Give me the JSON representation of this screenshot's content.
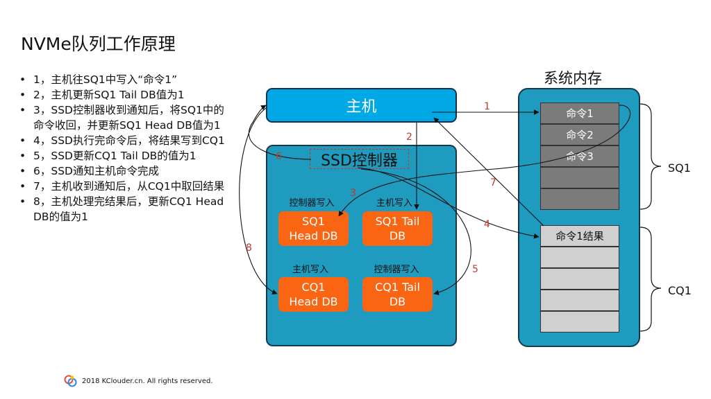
{
  "title": "NVMe队列工作原理",
  "steps": [
    "1，主机往SQ1中写入“命令1”",
    "2，主机更新SQ1 Tail DB值为1",
    "3，SSD控制器收到通知后，将SQ1中的命令收回，并更新SQ1 Head DB值为1",
    "4，SSD执行完命令后，将结果写到CQ1",
    "5，SSD更新CQ1 Tail DB的值为1",
    "6，SSD通知主机命令完成",
    "7，主机收到通知后，从CQ1中取回结果",
    "8，主机处理完结果后，更新CQ1 Head DB的值为1"
  ],
  "host": {
    "label": "主机"
  },
  "ssd": {
    "label": "SSD控制器"
  },
  "doorbells": {
    "sq1_head": {
      "writer": "控制器写入",
      "name_l1": "SQ1",
      "name_l2": "Head DB"
    },
    "sq1_tail": {
      "writer": "主机写入",
      "name_l1": "SQ1 Tail",
      "name_l2": "DB"
    },
    "cq1_head": {
      "writer": "主机写入",
      "name_l1": "CQ1",
      "name_l2": "Head DB"
    },
    "cq1_tail": {
      "writer": "控制器写入",
      "name_l1": "CQ1 Tail",
      "name_l2": "DB"
    }
  },
  "memory": {
    "title": "系统内存",
    "sq_label": "SQ1",
    "cq_label": "CQ1",
    "sq_slots": [
      "命令1",
      "命令2",
      "命令3",
      "",
      ""
    ],
    "cq_slots": [
      "命令1结果",
      "",
      "",
      "",
      "",
      ""
    ]
  },
  "arrow_labels": [
    "1",
    "2",
    "3",
    "4",
    "5",
    "6",
    "7",
    "8"
  ],
  "colors": {
    "host_blue": "#00a8e6",
    "panel_teal": "#1e9bbf",
    "doorbell_orange": "#f96512",
    "arrow_red": "#c0392b"
  },
  "footer": {
    "logo": "kclouder-logo-icon",
    "text": "2018 KClouder.cn. All rights reserved."
  }
}
